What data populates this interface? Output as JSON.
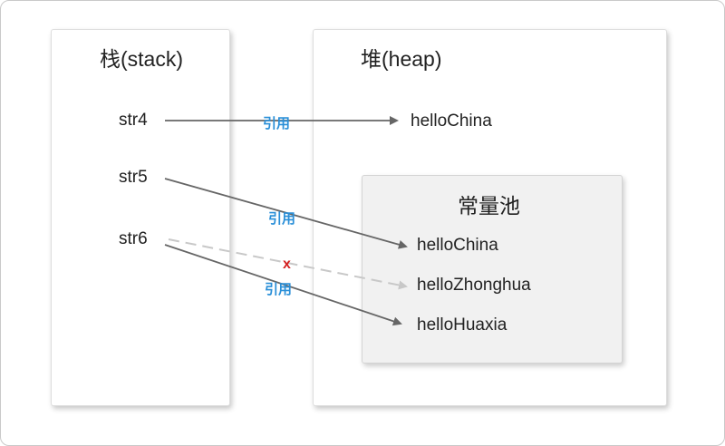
{
  "stack": {
    "title": "栈(stack)",
    "vars": [
      "str4",
      "str5",
      "str6"
    ]
  },
  "heap": {
    "title": "堆(heap)",
    "value": "helloChina"
  },
  "pool": {
    "title": "常量池",
    "values": [
      "helloChina",
      "helloZhonghua",
      "helloHuaxia"
    ]
  },
  "references": {
    "label": "引用",
    "broken_mark": "x"
  },
  "colors": {
    "arrow": "#666666",
    "broken_arrow": "#c8c8c8",
    "ref_label": "#2a8fd8",
    "broken_mark": "#d42020"
  }
}
